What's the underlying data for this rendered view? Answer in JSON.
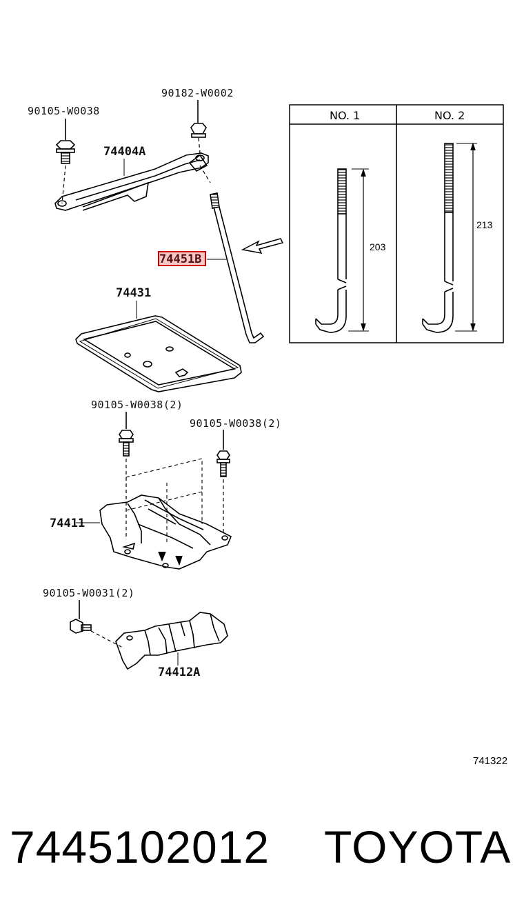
{
  "labels": {
    "bolt_top_left": "90105-W0038",
    "nut_top": "90182-W0002",
    "clamp": "74404A",
    "rod": "74451B",
    "tray": "74431",
    "bolt_mid_left": "90105-W0038(2)",
    "bolt_mid_right": "90105-W0038(2)",
    "carrier": "74411",
    "bolt_low": "90105-W0031(2)",
    "bracket": "74412A"
  },
  "table": {
    "col1": "NO. 1",
    "col2": "NO. 2",
    "dim1": "203",
    "dim2": "213"
  },
  "diagram_code": "741322",
  "footer": {
    "part_number": "7445102012",
    "brand": "TOYOTA"
  },
  "highlight_color": "#d00000"
}
